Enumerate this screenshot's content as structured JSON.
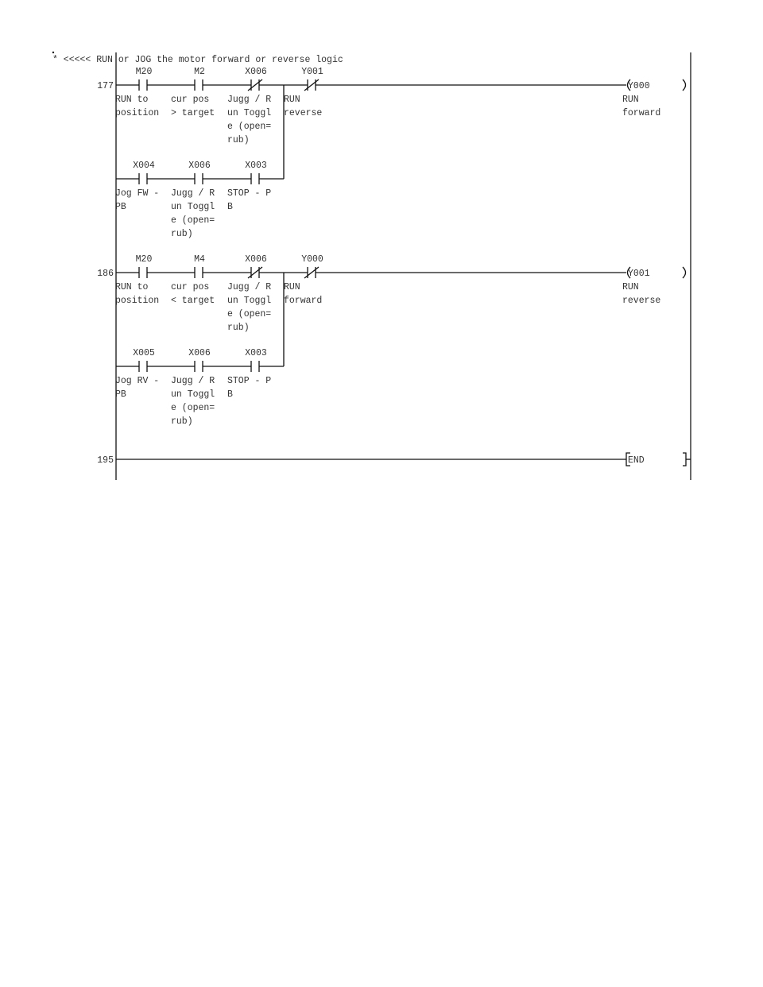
{
  "comment": "* <<<<< RUN or JOG the motor forward or reverse logic",
  "rungs": [
    {
      "step": "177",
      "main": [
        {
          "device": "M20",
          "type": "NO",
          "comment": [
            "RUN to",
            "position"
          ]
        },
        {
          "device": "M2",
          "type": "NO",
          "comment": [
            "cur pos",
            "> target"
          ]
        },
        {
          "device": "X006",
          "type": "NC",
          "comment": [
            "Jugg / R",
            "un Toggl",
            "e (open=",
            "rub)"
          ]
        },
        {
          "device": "Y001",
          "type": "NC",
          "comment": [
            "RUN",
            "reverse"
          ]
        }
      ],
      "branch": [
        {
          "device": "X004",
          "type": "NO",
          "comment": [
            "Jog FW -",
            " PB"
          ]
        },
        {
          "device": "X006",
          "type": "NO",
          "comment": [
            "Jugg / R",
            "un Toggl",
            "e (open=",
            "rub)"
          ]
        },
        {
          "device": "X003",
          "type": "NO",
          "comment": [
            "STOP - P",
            "B"
          ]
        }
      ],
      "output": {
        "device": "Y000",
        "type": "coil",
        "comment": [
          "RUN",
          "forward"
        ]
      }
    },
    {
      "step": "186",
      "main": [
        {
          "device": "M20",
          "type": "NO",
          "comment": [
            "RUN to",
            "position"
          ]
        },
        {
          "device": "M4",
          "type": "NO",
          "comment": [
            "cur pos",
            "< target"
          ]
        },
        {
          "device": "X006",
          "type": "NC",
          "comment": [
            "Jugg / R",
            "un Toggl",
            "e (open=",
            "rub)"
          ]
        },
        {
          "device": "Y000",
          "type": "NC",
          "comment": [
            "RUN",
            "forward"
          ]
        }
      ],
      "branch": [
        {
          "device": "X005",
          "type": "NO",
          "comment": [
            "Jog RV -",
            " PB"
          ]
        },
        {
          "device": "X006",
          "type": "NO",
          "comment": [
            "Jugg / R",
            "un Toggl",
            "e (open=",
            "rub)"
          ]
        },
        {
          "device": "X003",
          "type": "NO",
          "comment": [
            "STOP - P",
            "B"
          ]
        }
      ],
      "output": {
        "device": "Y001",
        "type": "coil",
        "comment": [
          "RUN",
          "reverse"
        ]
      }
    },
    {
      "step": "195",
      "main": [],
      "branch": [],
      "output": {
        "device": "END",
        "type": "end",
        "comment": []
      }
    }
  ]
}
